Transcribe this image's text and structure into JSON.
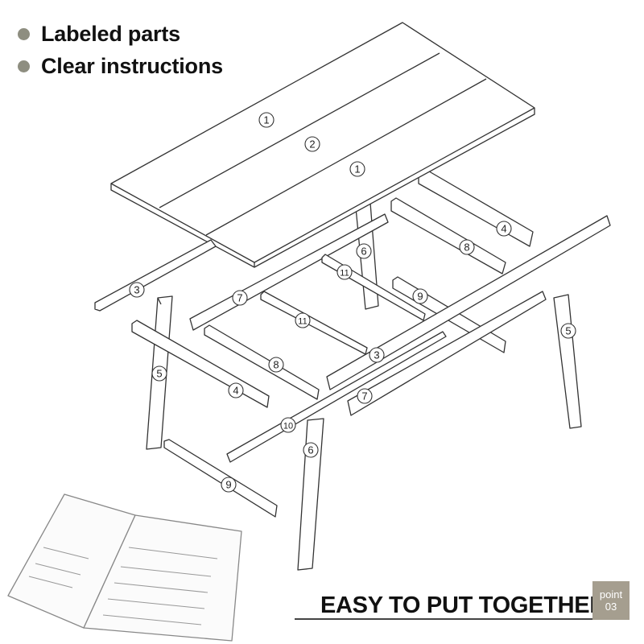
{
  "bullets": [
    {
      "text": "Labeled parts"
    },
    {
      "text": "Clear instructions"
    }
  ],
  "footer": {
    "title": "EASY TO PUT TOGETHER",
    "badge_line1": "point",
    "badge_line2": "03"
  },
  "colors": {
    "bullet_dot": "#8e8e80",
    "badge_bg": "#a59e8f",
    "line": "#333333"
  },
  "part_labels": [
    "1",
    "2",
    "1",
    "3",
    "3",
    "4",
    "4",
    "5",
    "5",
    "6",
    "6",
    "7",
    "7",
    "8",
    "8",
    "9",
    "9",
    "10",
    "11",
    "11"
  ]
}
